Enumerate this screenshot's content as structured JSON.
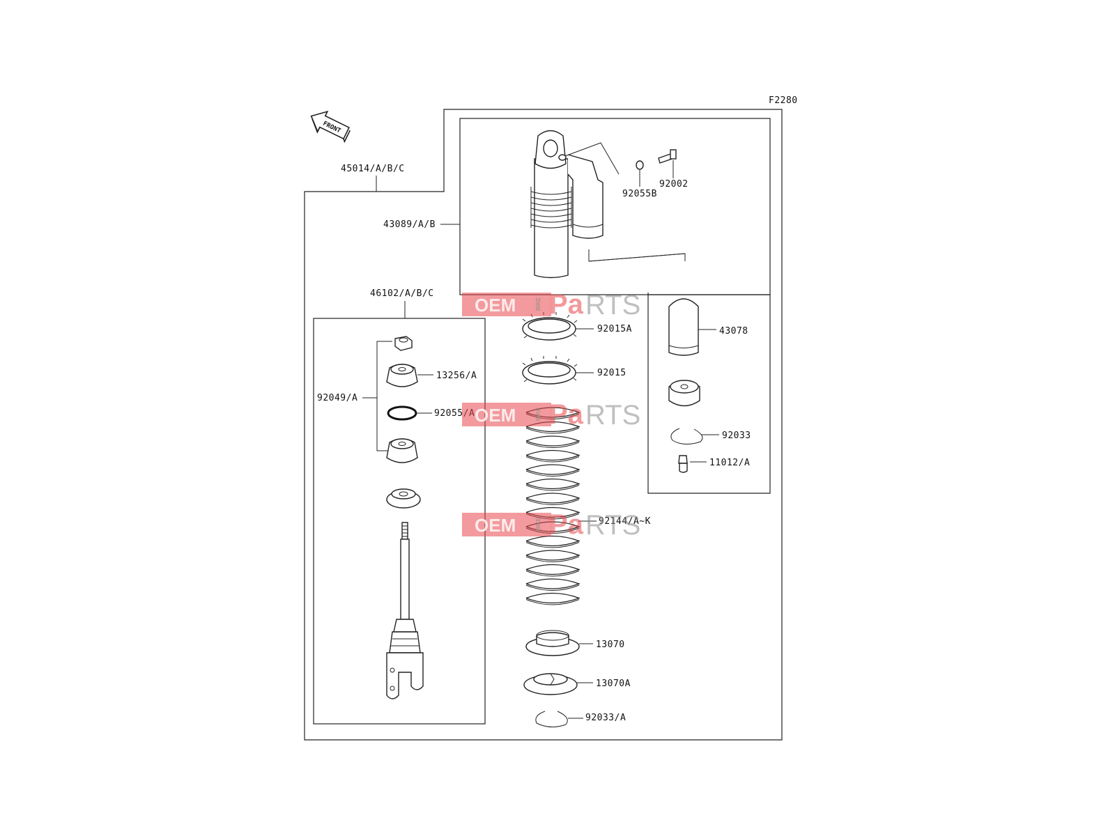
{
  "diagram": {
    "code": "F2280",
    "front_label": "FRONT",
    "labels": {
      "assembly": "45014/A/B/C",
      "body": "43089/A/B",
      "oring_b": "92055B",
      "bolt": "92002",
      "rod_assy": "46102/A/B/C",
      "nut_assy": "92049/A",
      "bush": "13256/A",
      "oring_a": "92055/A",
      "lock_nut_a": "92015A",
      "lock_nut": "92015",
      "spring": "92144/A~K",
      "bladder": "43078",
      "cap_ring": "92033",
      "valve": "11012/A",
      "seat": "13070",
      "seat_a": "13070A",
      "circlip": "92033/A"
    }
  },
  "watermark": {
    "oem": "OEM",
    "parts_bold": "Pa",
    "parts_light": "RTS",
    "bike": "BIKE"
  },
  "colors": {
    "watermark_red": "#e8474c",
    "watermark_gray": "#8c8c8c",
    "line": "#222222"
  }
}
